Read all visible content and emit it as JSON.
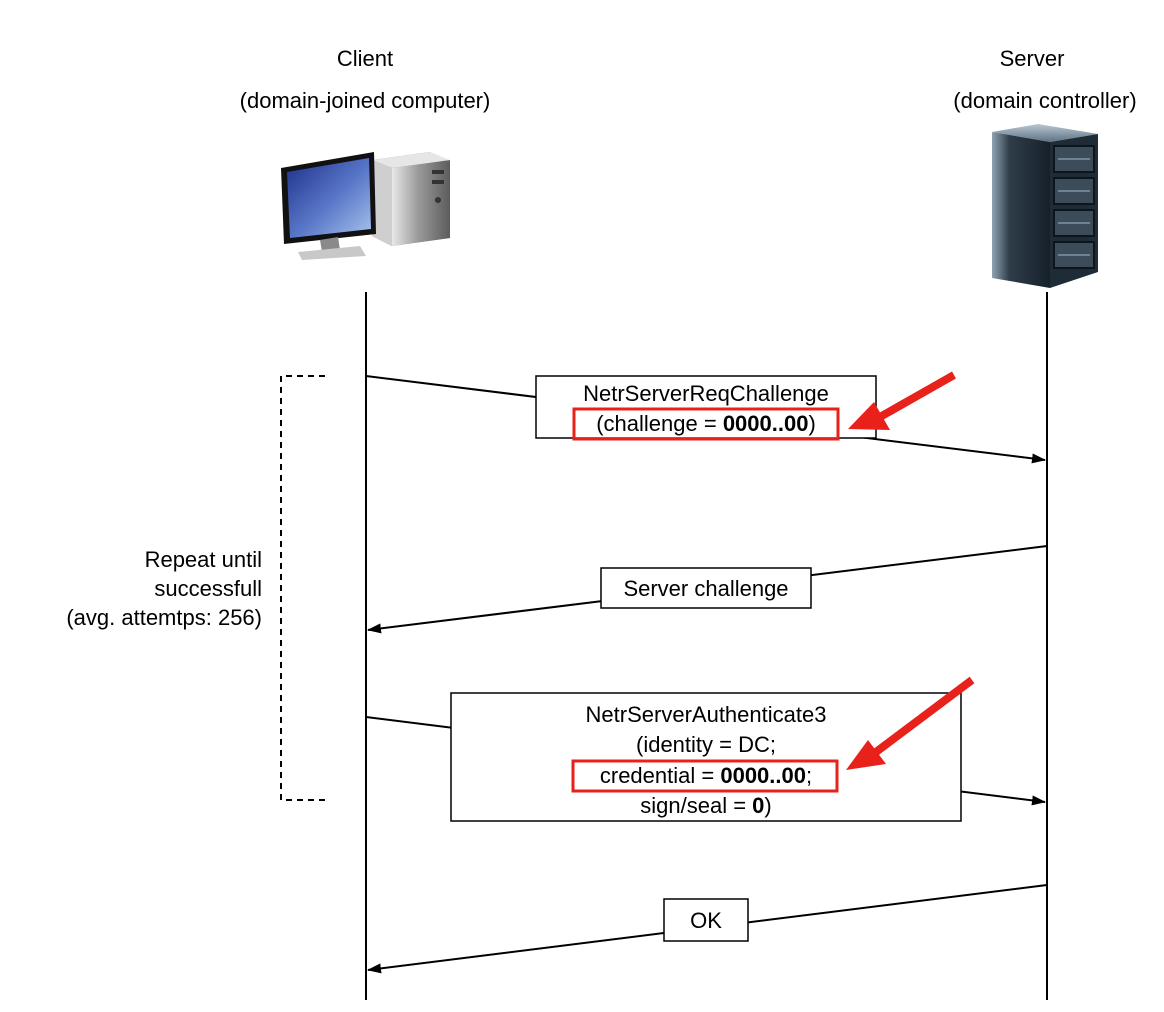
{
  "client": {
    "name": "Client",
    "role": "(domain-joined computer)"
  },
  "server": {
    "name": "Server",
    "role": "(domain controller)"
  },
  "loop": {
    "line1": "Repeat until",
    "line2": "successfull",
    "line3": "(avg. attemtps: 256)"
  },
  "messages": {
    "req_challenge": {
      "name": "NetrServerReqChallenge",
      "param_prefix": "(challenge = ",
      "param_value": "0000..00",
      "param_suffix": ")"
    },
    "server_challenge": {
      "label": "Server challenge"
    },
    "authenticate": {
      "name": "NetrServerAuthenticate3",
      "identity": "(identity = DC;",
      "credential_prefix": "credential = ",
      "credential_value": "0000..00",
      "credential_suffix": ";",
      "signseal_prefix": "sign/seal = ",
      "signseal_value": "0",
      "signseal_suffix": ")"
    },
    "ok": {
      "label": "OK"
    }
  },
  "colors": {
    "highlight": "#e8211b",
    "line": "#000000",
    "box_fill": "#ffffff"
  },
  "icons": {
    "client": "desktop-computer-icon",
    "server": "server-rack-icon"
  }
}
